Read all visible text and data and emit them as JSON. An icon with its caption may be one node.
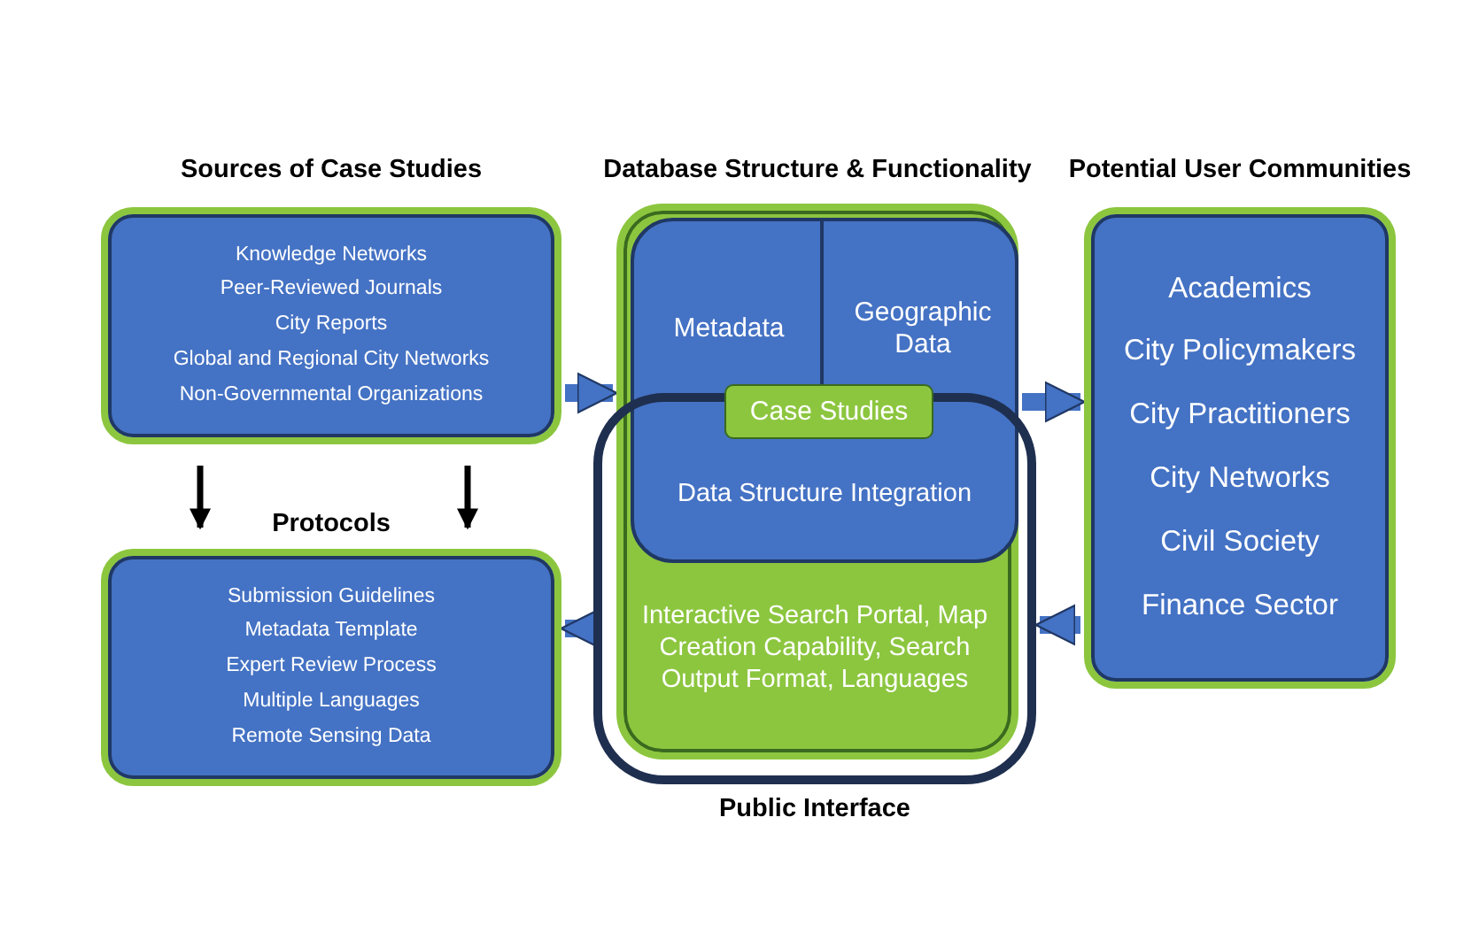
{
  "diagram": {
    "nodes": [
      {
        "text": [
          "Sources of Case Studies",
          "Knowledge Networks",
          "Peer-Reviewed Journals",
          "City Reports",
          "Global and Regional City Networks",
          "Non-Governmental Organizations"
        ]
      },
      {
        "text": [
          "Protocols",
          "Submission Guidelines",
          "Metadata Template",
          "Expert Review Process",
          "Multiple Languages",
          "Remote Sensing Data"
        ]
      },
      {
        "text": [
          "Database Structure & Functionality"
        ]
      },
      {
        "text": [
          "Data Structure Integration"
        ],
        "in": 2
      },
      {
        "text": [
          "Metadata"
        ],
        "in": 3
      },
      {
        "text": [
          "Geographic Data"
        ],
        "in": 3
      },
      {
        "text": [
          "Case Studies"
        ],
        "in": 3
      },
      {
        "text": [
          "Interactive Search Portal, Map Creation Capability, Search Output Format, Languages",
          "Public Interface"
        ]
      },
      {
        "text": [
          "Potential User Communities",
          "Academics",
          "City Policymakers",
          "City Practitioners",
          "City Networks",
          "Civil Society",
          "Finance Sector"
        ]
      }
    ],
    "edges": [
      {
        "from": 0,
        "to": 2,
        "arrow": "to"
      },
      {
        "from": 2,
        "to": 8,
        "arrow": "to"
      },
      {
        "from": 8,
        "to": 7,
        "arrow": "to"
      },
      {
        "from": 7,
        "to": 1,
        "arrow": "to"
      },
      {
        "from": 0,
        "to": 1,
        "arrow": "to",
        "color": "#000000"
      },
      {
        "from": 0,
        "to": 1,
        "arrow": "to",
        "color": "#000000"
      }
    ]
  }
}
